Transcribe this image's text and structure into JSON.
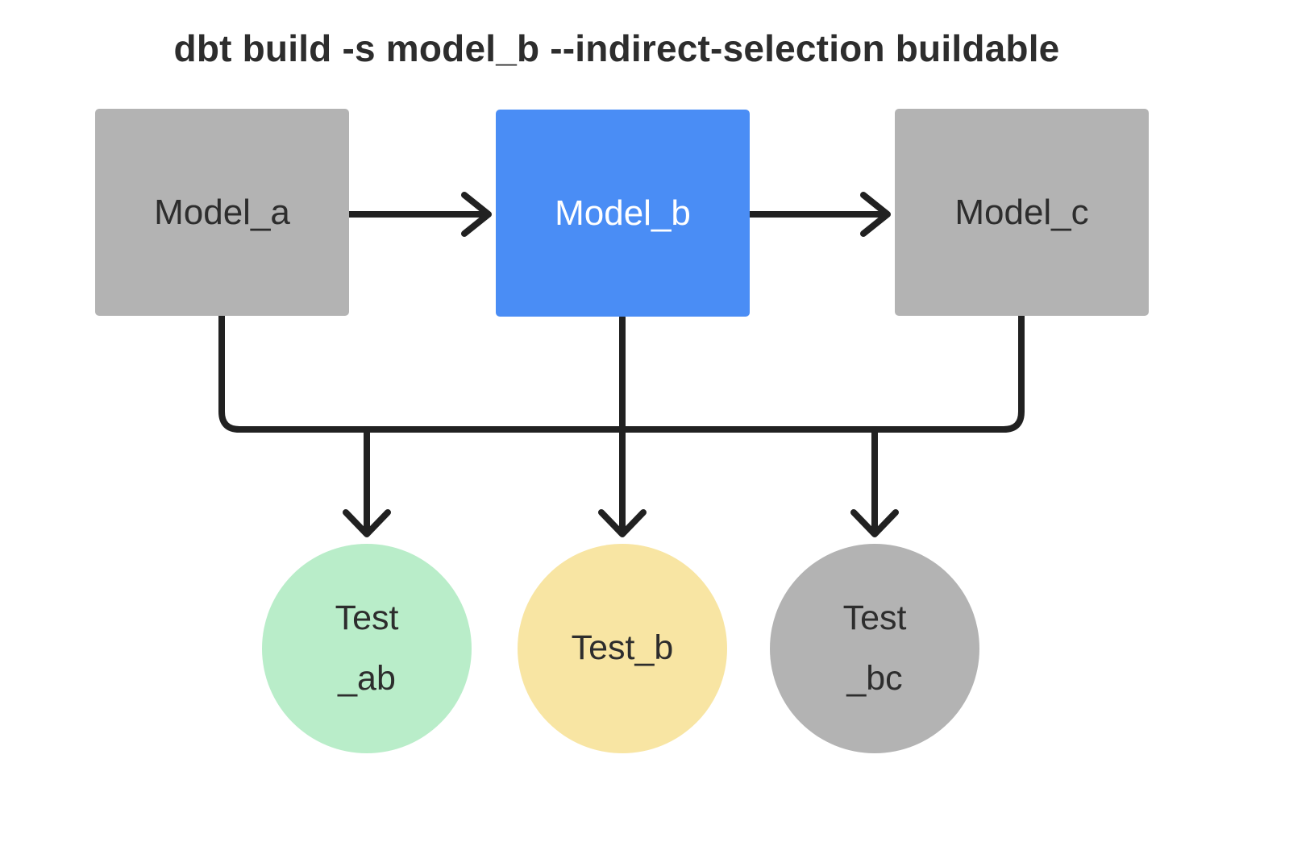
{
  "title": "dbt build -s model_b --indirect-selection buildable",
  "diagram": {
    "models": [
      {
        "id": "model_a",
        "label": "Model_a",
        "variant": "gray",
        "selected": false
      },
      {
        "id": "model_b",
        "label": "Model_b",
        "variant": "blue",
        "selected": true
      },
      {
        "id": "model_c",
        "label": "Model_c",
        "variant": "gray",
        "selected": false
      }
    ],
    "tests": [
      {
        "id": "test_ab",
        "line1": "Test",
        "line2": "_ab",
        "variant": "green"
      },
      {
        "id": "test_b",
        "label": "Test_b",
        "variant": "yellow"
      },
      {
        "id": "test_bc",
        "line1": "Test",
        "line2": "_bc",
        "variant": "gray"
      }
    ],
    "edges": [
      "model_a -> model_b",
      "model_b -> model_c",
      "model_a -> test_ab",
      "model_b -> test_ab",
      "model_b -> test_b",
      "model_b -> test_bc",
      "model_c -> test_bc"
    ]
  },
  "colors": {
    "node-gray": "#b3b3b3",
    "node-blue": "#4a8df5",
    "test-green": "#b9edc9",
    "test-yellow": "#f8e5a3",
    "test-gray": "#b3b3b3",
    "line-color": "#212121",
    "text-dark": "#2d2d2d",
    "text-light": "#ffffff",
    "background": "#ffffff"
  }
}
